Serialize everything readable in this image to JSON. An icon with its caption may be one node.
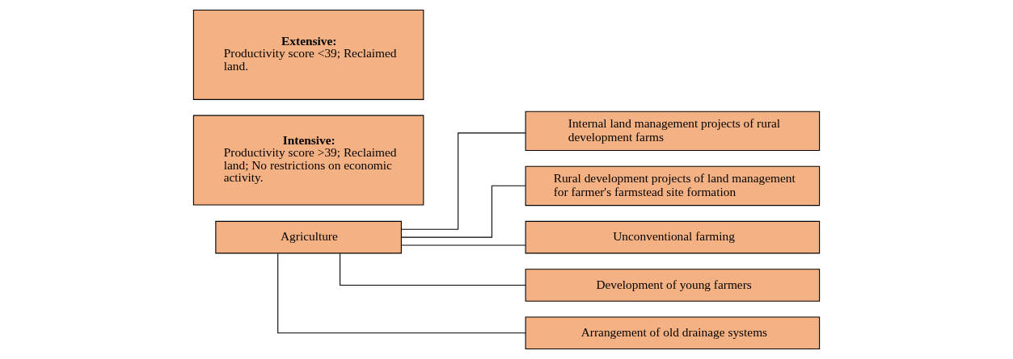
{
  "diagram": {
    "nodes": [
      {
        "text": [
          "Agriculture"
        ]
      },
      {
        "text": [
          "Intensive:",
          "Productivity score >39; Reclaimed land; No restrictions on economic activity."
        ]
      },
      {
        "text": [
          "Extensive:",
          "Productivity score <39; Reclaimed land."
        ]
      },
      {
        "text": [
          "Internal land management projects of rural development farms"
        ]
      },
      {
        "text": [
          "Rural development projects of land management for farmer's farmstead site formation"
        ]
      },
      {
        "text": [
          "Unconventional farming"
        ]
      },
      {
        "text": [
          "Development of young farmers"
        ]
      },
      {
        "text": [
          "Arrangement of old drainage systems"
        ]
      }
    ],
    "edges": [
      {
        "from": 0,
        "to": 3,
        "arrow": "none"
      },
      {
        "from": 0,
        "to": 4,
        "arrow": "none"
      },
      {
        "from": 0,
        "to": 5,
        "arrow": "none"
      },
      {
        "from": 0,
        "to": 6,
        "arrow": "none"
      },
      {
        "from": 0,
        "to": 7,
        "arrow": "none"
      }
    ]
  }
}
